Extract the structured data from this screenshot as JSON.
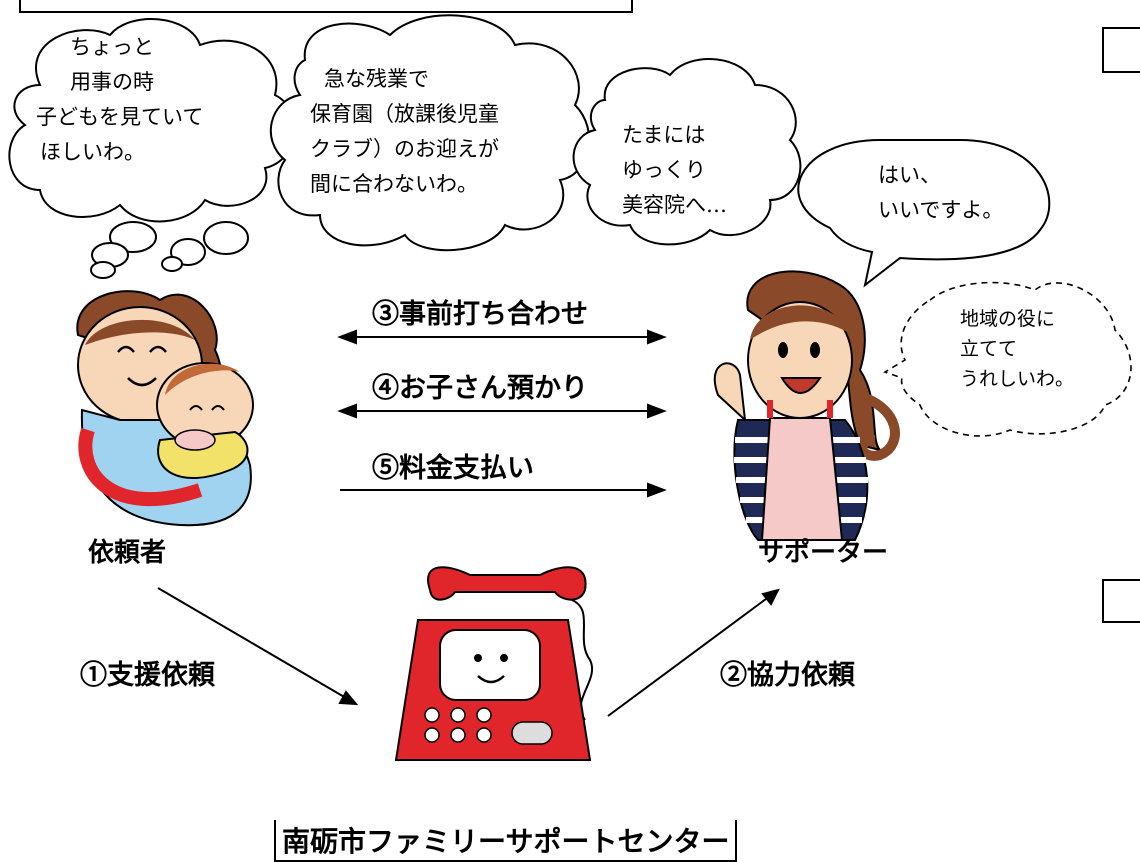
{
  "thoughts": [
    {
      "lines": [
        "ちょっと",
        "用事の時",
        "子どもを見ていて",
        "ほしいわ。"
      ]
    },
    {
      "lines": [
        "急な残業で",
        "保育園（放課後児童",
        "クラブ）のお迎えが",
        "間に合わないわ。"
      ]
    },
    {
      "lines": [
        "たまには",
        "ゆっくり",
        "美容院へ…"
      ]
    }
  ],
  "supporter_speech": {
    "lines": [
      "はい、",
      "いいですよ。"
    ]
  },
  "supporter_thought": {
    "lines": [
      "地域の役に",
      "立てて",
      "うれしいわ。"
    ]
  },
  "requester_label": "依頼者",
  "supporter_label": "サポーター",
  "flows": {
    "step1": "①支援依頼",
    "step2": "②協力依頼",
    "step3": "③事前打ち合わせ",
    "step4": "④お子さん預かり",
    "step5": "⑤料金支払い"
  },
  "center_name": "南砺市ファミリーサポートセンター",
  "colors": {
    "phone_red": "#e0262b",
    "stripe_navy": "#1e2a55",
    "apron_pink": "#f6c9c9",
    "mom_blue": "#9fd3f0"
  }
}
